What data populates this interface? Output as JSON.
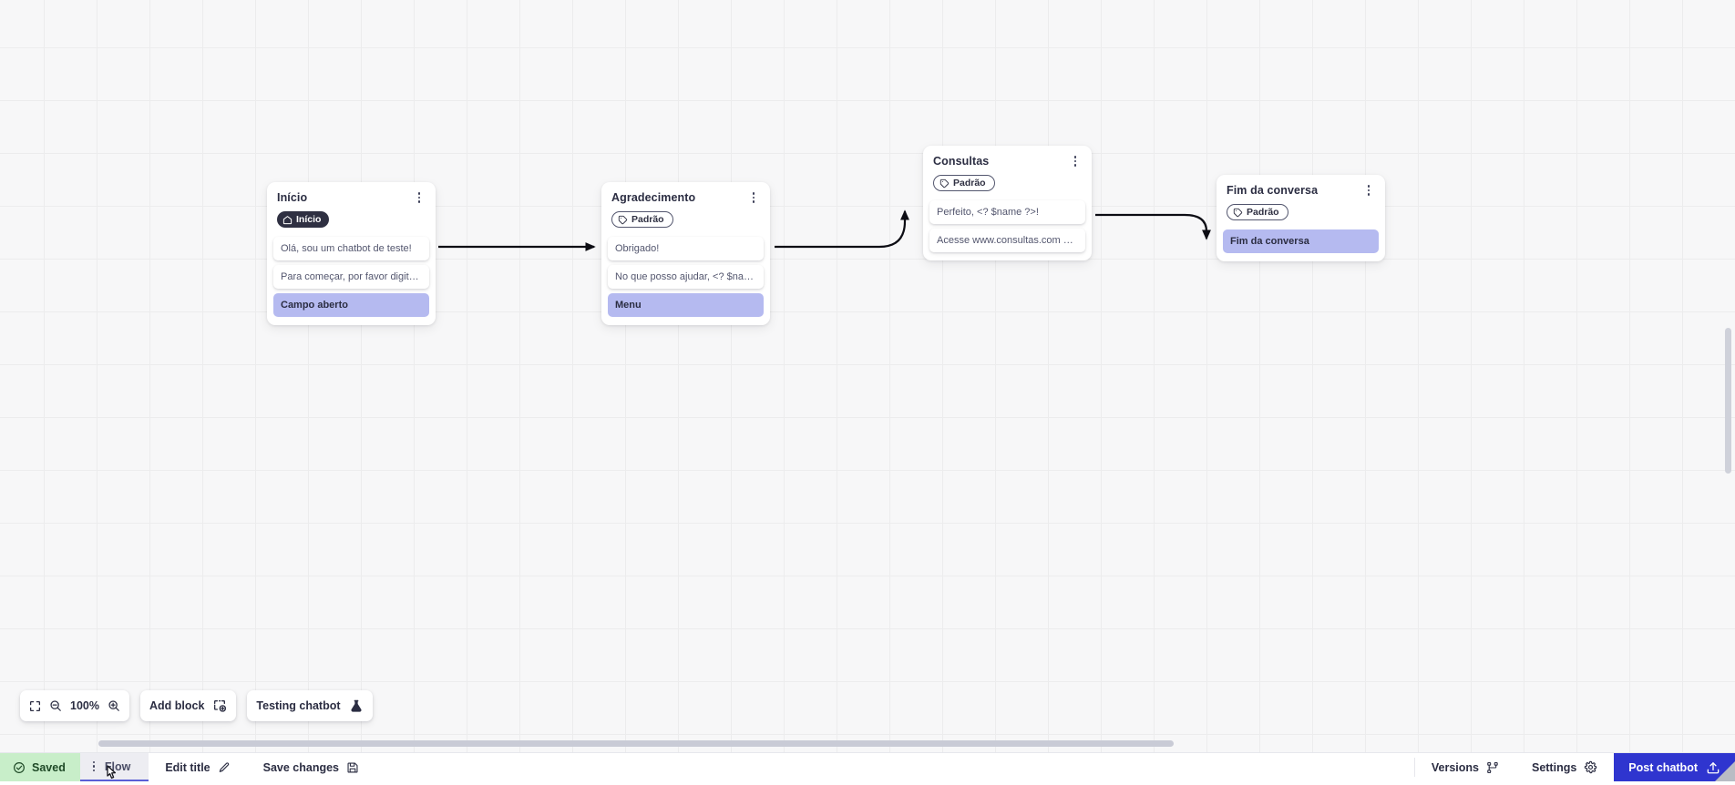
{
  "canvas": {
    "zoom_level": "100%",
    "grid": true
  },
  "nodes": [
    {
      "id": "inicio",
      "title": "Início",
      "badge": {
        "label": "Início",
        "type": "start",
        "icon": "home-icon"
      },
      "messages": [
        {
          "text": "Olá, sou um chatbot de teste!",
          "accent": false
        },
        {
          "text": "Para começar, por favor digite o ...",
          "accent": false
        },
        {
          "text": "Campo aberto",
          "accent": true
        }
      ]
    },
    {
      "id": "agradecimento",
      "title": "Agradecimento",
      "badge": {
        "label": "Padrão",
        "type": "default",
        "icon": "tag-icon"
      },
      "messages": [
        {
          "text": "Obrigado!",
          "accent": false
        },
        {
          "text": "No que posso ajudar, <? $name ...",
          "accent": false
        },
        {
          "text": "Menu",
          "accent": true
        }
      ]
    },
    {
      "id": "consultas",
      "title": "Consultas",
      "badge": {
        "label": "Padrão",
        "type": "default",
        "icon": "tag-icon"
      },
      "messages": [
        {
          "text": "Perfeito, <? $name ?>!",
          "accent": false
        },
        {
          "text": "Acesse www.consultas.com par...",
          "accent": false
        }
      ]
    },
    {
      "id": "fim",
      "title": "Fim da conversa",
      "badge": {
        "label": "Padrão",
        "type": "default",
        "icon": "tag-icon"
      },
      "messages": [
        {
          "text": "Fim da conversa",
          "accent": true
        }
      ]
    }
  ],
  "toolbar": {
    "fit_icon": "fit-screen-icon",
    "zoom_out_icon": "zoom-out-icon",
    "zoom_value": "100%",
    "zoom_in_icon": "zoom-in-icon",
    "add_block_label": "Add block",
    "add_block_icon": "add-block-icon",
    "testing_label": "Testing chatbot",
    "testing_icon": "flask-icon"
  },
  "statusbar": {
    "saved_label": "Saved",
    "saved_icon": "check-circle-icon",
    "tab_flow_label": "Flow",
    "tab_flow_kebab": "kebab-icon",
    "edit_title_label": "Edit title",
    "edit_title_icon": "pencil-icon",
    "save_changes_label": "Save changes",
    "save_changes_icon": "floppy-disk-icon",
    "versions_label": "Versions",
    "versions_icon": "branch-icon",
    "settings_label": "Settings",
    "settings_icon": "gear-icon",
    "post_label": "Post chatbot",
    "post_icon": "upload-icon"
  },
  "colors": {
    "accent_blue": "#2f35cf",
    "saved_green": "#c8eec9",
    "node_accent": "#b5baf0",
    "canvas_bg": "#f7f7f8",
    "tab_underline": "#5a5fd6"
  }
}
